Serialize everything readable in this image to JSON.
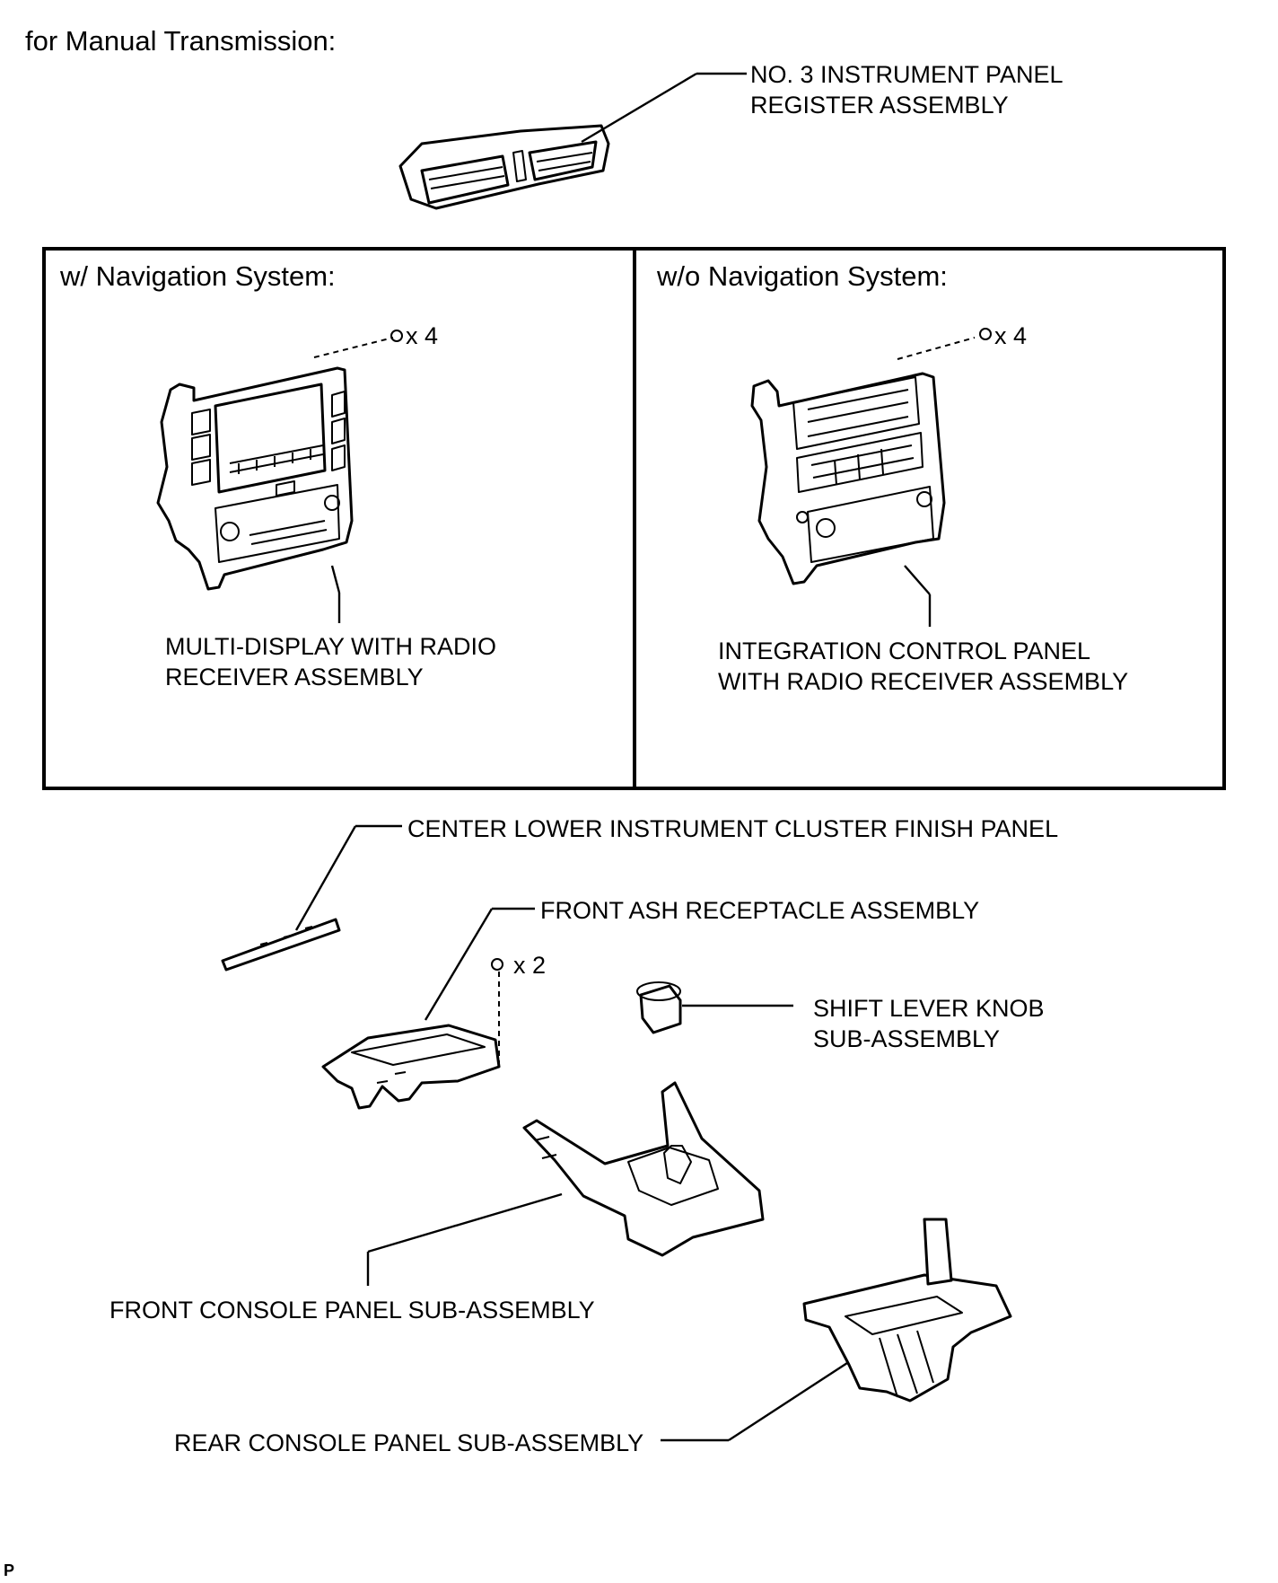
{
  "heading": "for Manual Transmission:",
  "panels": {
    "left_title": "w/ Navigation System:",
    "right_title": "w/o Navigation System:"
  },
  "callouts": {
    "register": [
      "NO. 3 INSTRUMENT PANEL",
      "REGISTER ASSEMBLY"
    ],
    "multi_display": [
      "MULTI-DISPLAY WITH RADIO",
      "RECEIVER ASSEMBLY"
    ],
    "integration": [
      "INTEGRATION CONTROL PANEL",
      "WITH RADIO RECEIVER ASSEMBLY"
    ],
    "finish_panel": "CENTER LOWER INSTRUMENT CLUSTER FINISH PANEL",
    "ash_receptacle": "FRONT ASH RECEPTACLE ASSEMBLY",
    "shift_knob": [
      "SHIFT LEVER KNOB",
      "SUB-ASSEMBLY"
    ],
    "front_console": "FRONT CONSOLE PANEL SUB-ASSEMBLY",
    "rear_console": "REAR CONSOLE PANEL SUB-ASSEMBLY"
  },
  "quantities": {
    "left_screws": "x 4",
    "right_screws": "x 4",
    "ash_screws": "x 2"
  },
  "footer_mark": "P"
}
